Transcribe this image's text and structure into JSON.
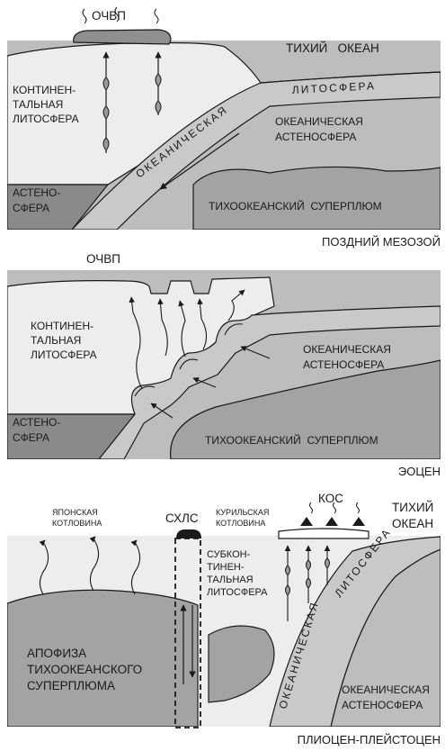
{
  "panel1": {
    "ochvp": "ОЧВП",
    "pacific": "ТИХИЙ   ОКЕАН",
    "continental_1": "КОНТИНЕН-",
    "continental_2": "ТАЛЬНАЯ",
    "continental_3": "ЛИТОСФЕРА",
    "lithosphere": "ЛИТОСФЕРА",
    "oceanic": "ОКЕАНИЧЕСКАЯ",
    "ocean_astheno_1": "ОКЕАНИЧЕСКАЯ",
    "ocean_astheno_2": "АСТЕНОСФЕРА",
    "astheno_1": "АСТЕНО-",
    "astheno_2": "СФЕРА",
    "superplume": "ТИХООКЕАНСКИЙ  СУПЕРПЛЮМ",
    "caption": "ПОЗДНИЙ МЕЗОЗОЙ"
  },
  "panel2": {
    "ochvp": "ОЧВП",
    "continental_1": "КОНТИНЕН-",
    "continental_2": "ТАЛЬНАЯ",
    "continental_3": "ЛИТОСФЕРА",
    "ocean_astheno_1": "ОКЕАНИЧЕСКАЯ",
    "ocean_astheno_2": "АСТЕНОСФЕРА",
    "astheno_1": "АСТЕНО-",
    "astheno_2": "СФЕРА",
    "superplume": "ТИХООКЕАНСКИЙ  СУПЕРПЛЮМ",
    "caption": "ЭОЦЕН"
  },
  "panel3": {
    "japan_1": "ЯПОНСКАЯ",
    "japan_2": "КОТЛОВИНА",
    "shls": "СХЛС",
    "kuril_1": "КУРИЛЬСКАЯ",
    "kuril_2": "КОТЛОВИНА",
    "kos": "КОС",
    "pacific_1": "ТИХИЙ",
    "pacific_2": "ОКЕАН",
    "subcont_1": "СУБКОН-",
    "subcont_2": "ТИНЕН-",
    "subcont_3": "ТАЛЬНАЯ",
    "subcont_4": "ЛИТОСФЕРА",
    "lithosphere": "ЛИТОСФЕРА",
    "oceanic": "ОКЕАНИЧЕСКАЯ",
    "apophysis_1": "АПОФИЗА",
    "apophysis_2": "ТИХООКЕАНСКОГО",
    "apophysis_3": "СУПЕРПЛЮМА",
    "ocean_astheno_1": "ОКЕАНИЧЕСКАЯ",
    "ocean_astheno_2": "АСТЕНОСФЕРА",
    "caption": "ПЛИОЦЕН-ПЛЕЙСТОЦЕН"
  },
  "colors": {
    "continental": "#ededed",
    "slab": "#c9c9c9",
    "ocean_astheno": "#bdbdbd",
    "plume": "#a3a3a3",
    "astheno": "#8a8a8a",
    "volcanic": "#8f8f8f"
  }
}
